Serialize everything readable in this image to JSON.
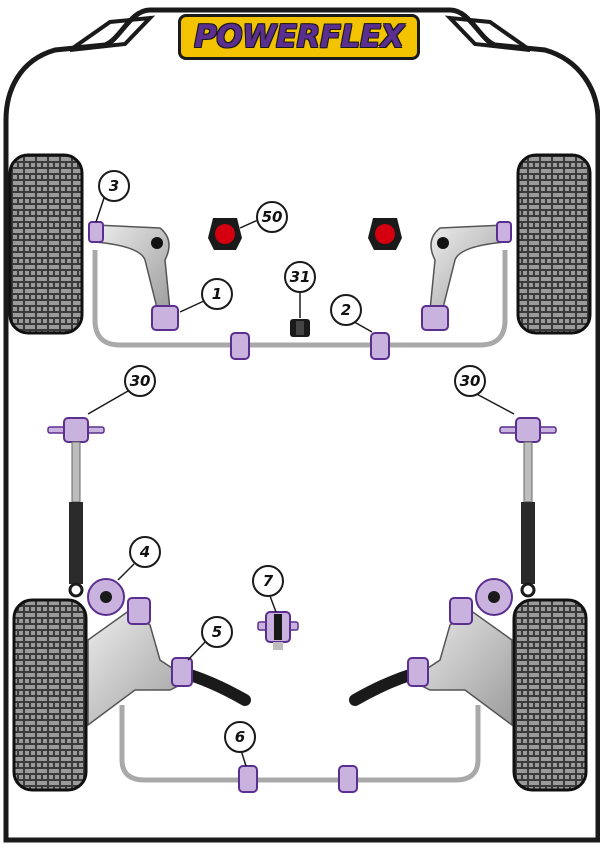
{
  "brand": {
    "logo_text": "POWERFLEX"
  },
  "colors": {
    "bush_purple": "#c9b3de",
    "bush_dark": "#5b2f8f",
    "rubber_red": "#d4000f",
    "arm_grey": "#b9b9b9",
    "logo_yellow": "#f3c300"
  },
  "callouts": [
    {
      "id": "c3",
      "label": "3"
    },
    {
      "id": "c50",
      "label": "50"
    },
    {
      "id": "c31",
      "label": "31"
    },
    {
      "id": "c1",
      "label": "1"
    },
    {
      "id": "c2",
      "label": "2"
    },
    {
      "id": "c30l",
      "label": "30"
    },
    {
      "id": "c30r",
      "label": "30"
    },
    {
      "id": "c4",
      "label": "4"
    },
    {
      "id": "c7",
      "label": "7"
    },
    {
      "id": "c5",
      "label": "5"
    },
    {
      "id": "c6",
      "label": "6"
    }
  ]
}
